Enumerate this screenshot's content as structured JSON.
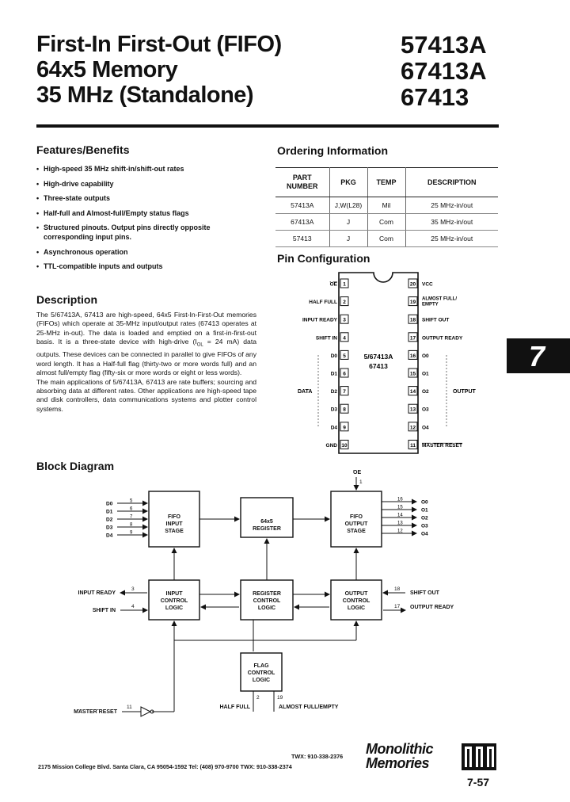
{
  "header": {
    "title_lines": [
      "First-In First-Out (FIFO)",
      "64x5 Memory",
      "35 MHz (Standalone)"
    ],
    "part_numbers": [
      "57413A",
      "67413A",
      "67413"
    ]
  },
  "features": {
    "heading": "Features/Benefits",
    "items": [
      "High-speed 35 MHz shift-in/shift-out rates",
      "High-drive capability",
      "Three-state outputs",
      "Half-full and Almost-full/Empty status flags",
      "Structured pinouts. Output pins directly opposite corresponding input pins.",
      "Asynchronous operation",
      "TTL-compatible inputs and outputs"
    ]
  },
  "description": {
    "heading": "Description",
    "p1_a": "The 5/67413A, 67413 are high-speed, 64x5 First-In-First-Out memories (FIFOs) which operate at 35-MHz input/output rates (67413 operates at 25-MHz in-out). The data is loaded and emptied on a first-in-first-out basis. It is a three-state device with high-drive (I",
    "p1_sub": "OL",
    "p1_b": " = 24 mA) data outputs. These devices can be connected in parallel to give FIFOs of any word length. It has a Half-full flag (thirty-two or more words full) and an almost full/empty flag (fifty-six or more words or eight or less words).",
    "p2": "The main applications of 5/67413A, 67413 are rate buffers; sourcing and absorbing data at different rates. Other applications are high-speed tape and disk controllers, data communications systems and plotter control systems."
  },
  "ordering": {
    "heading": "Ordering Information",
    "columns": [
      "PART NUMBER",
      "PKG",
      "TEMP",
      "DESCRIPTION"
    ],
    "rows": [
      [
        "57413A",
        "J,W(L28)",
        "Mil",
        "25 MHz-in/out"
      ],
      [
        "67413A",
        "J",
        "Com",
        "35 MHz-in/out"
      ],
      [
        "57413",
        "J",
        "Com",
        "25 MHz-in/out"
      ]
    ]
  },
  "pin_config": {
    "heading": "Pin Configuration",
    "chip_label": [
      "5/67413A",
      "67413"
    ],
    "left_pins": [
      {
        "num": "1",
        "name": "OE"
      },
      {
        "num": "2",
        "name": "HALF FULL"
      },
      {
        "num": "3",
        "name": "INPUT READY"
      },
      {
        "num": "4",
        "name": "SHIFT IN"
      },
      {
        "num": "5",
        "name": "D0"
      },
      {
        "num": "6",
        "name": "D1"
      },
      {
        "num": "7",
        "name": "D2"
      },
      {
        "num": "8",
        "name": "D3"
      },
      {
        "num": "9",
        "name": "D4"
      },
      {
        "num": "10",
        "name": "GND"
      }
    ],
    "right_pins": [
      {
        "num": "20",
        "name": "VCC"
      },
      {
        "num": "19",
        "name": "ALMOST FULL/ EMPTY"
      },
      {
        "num": "18",
        "name": "SHIFT OUT"
      },
      {
        "num": "17",
        "name": "OUTPUT READY"
      },
      {
        "num": "16",
        "name": "O0"
      },
      {
        "num": "15",
        "name": "O1"
      },
      {
        "num": "14",
        "name": "O2"
      },
      {
        "num": "13",
        "name": "O3"
      },
      {
        "num": "12",
        "name": "O4"
      },
      {
        "num": "11",
        "name": "MASTER RESET"
      }
    ],
    "data_label": "DATA",
    "output_label": "OUTPUT"
  },
  "block": {
    "heading": "Block Diagram",
    "fifo_input": [
      "FIFO",
      "INPUT",
      "STAGE"
    ],
    "register": [
      "64x5",
      "REGISTER"
    ],
    "fifo_output": [
      "FIFO",
      "OUTPUT",
      "STAGE"
    ],
    "input_ctrl": [
      "INPUT",
      "CONTROL",
      "LOGIC"
    ],
    "reg_ctrl": [
      "REGISTER",
      "CONTROL",
      "LOGIC"
    ],
    "output_ctrl": [
      "OUTPUT",
      "CONTROL",
      "LOGIC"
    ],
    "flag_ctrl": [
      "FLAG",
      "CONTROL",
      "LOGIC"
    ],
    "inputs": [
      {
        "name": "D0",
        "num": "5"
      },
      {
        "name": "D1",
        "num": "6"
      },
      {
        "name": "D2",
        "num": "7"
      },
      {
        "name": "D3",
        "num": "8"
      },
      {
        "name": "D4",
        "num": "9"
      }
    ],
    "outputs": [
      {
        "name": "O0",
        "num": "16"
      },
      {
        "name": "O1",
        "num": "15"
      },
      {
        "name": "O2",
        "num": "14"
      },
      {
        "name": "O3",
        "num": "13"
      },
      {
        "name": "O4",
        "num": "12"
      }
    ],
    "oe": {
      "name": "OE",
      "num": "1"
    },
    "input_ready": {
      "name": "INPUT READY",
      "num": "3"
    },
    "shift_in": {
      "name": "SHIFT IN",
      "num": "4"
    },
    "shift_out": {
      "name": "SHIFT OUT",
      "num": "18"
    },
    "output_ready": {
      "name": "OUTPUT READY",
      "num": "17"
    },
    "master_reset": {
      "name": "MASTER RESET",
      "num": "11"
    },
    "half_full": {
      "name": "HALF FULL",
      "num": "2"
    },
    "almost_full": {
      "name": "ALMOST FULL/EMPTY",
      "num": "19"
    }
  },
  "side_tab": "7",
  "footer": {
    "twx1": "TWX: 910-338-2376",
    "address": "2175 Mission College Blvd. Santa Clara, CA 95054-1592  Tel: (408) 970-9700  TWX: 910-338-2374",
    "logo_lines": [
      "Monolithic",
      "Memories"
    ],
    "page": "7-57"
  }
}
